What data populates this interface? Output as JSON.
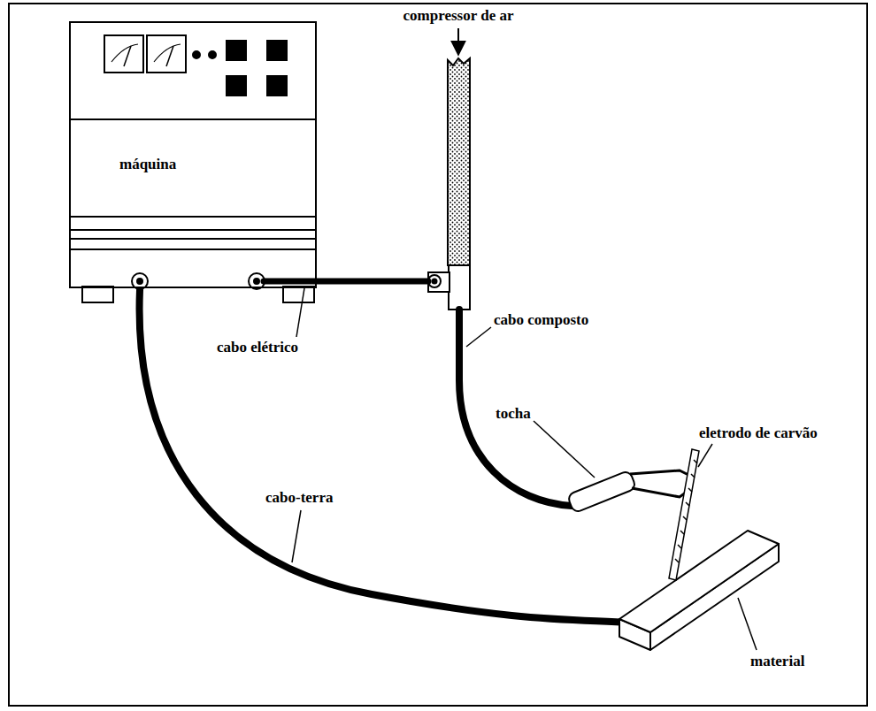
{
  "diagram": {
    "nodes": [
      {
        "text": [
          "máquina"
        ]
      }
    ],
    "labels": [
      "compressor de ar",
      "cabo elétrico",
      "cabo composto",
      "tocha",
      "eletrodo de carvão",
      "cabo-terra",
      "material"
    ]
  }
}
